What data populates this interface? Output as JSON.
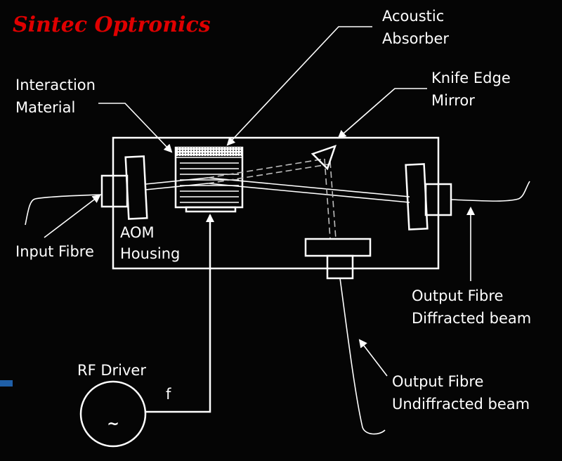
{
  "brand": {
    "text": "Sintec Optronics",
    "color": "#e00000"
  },
  "accent_color": "#1f5fa8",
  "labels": {
    "acoustic_absorber": [
      "Acoustic",
      "Absorber"
    ],
    "knife_edge_mirror": [
      "Knife Edge",
      "Mirror"
    ],
    "interaction_material": [
      "Interaction",
      "Material"
    ],
    "input_fibre": "Input Fibre",
    "aom_housing": [
      "AOM",
      "Housing"
    ],
    "output_diffracted": [
      "Output Fibre",
      "Diffracted beam"
    ],
    "rf_driver": "RF Driver",
    "frequency": "f",
    "output_undiffracted": [
      "Output Fibre",
      "Undiffracted beam"
    ],
    "rf_symbol": "~"
  }
}
